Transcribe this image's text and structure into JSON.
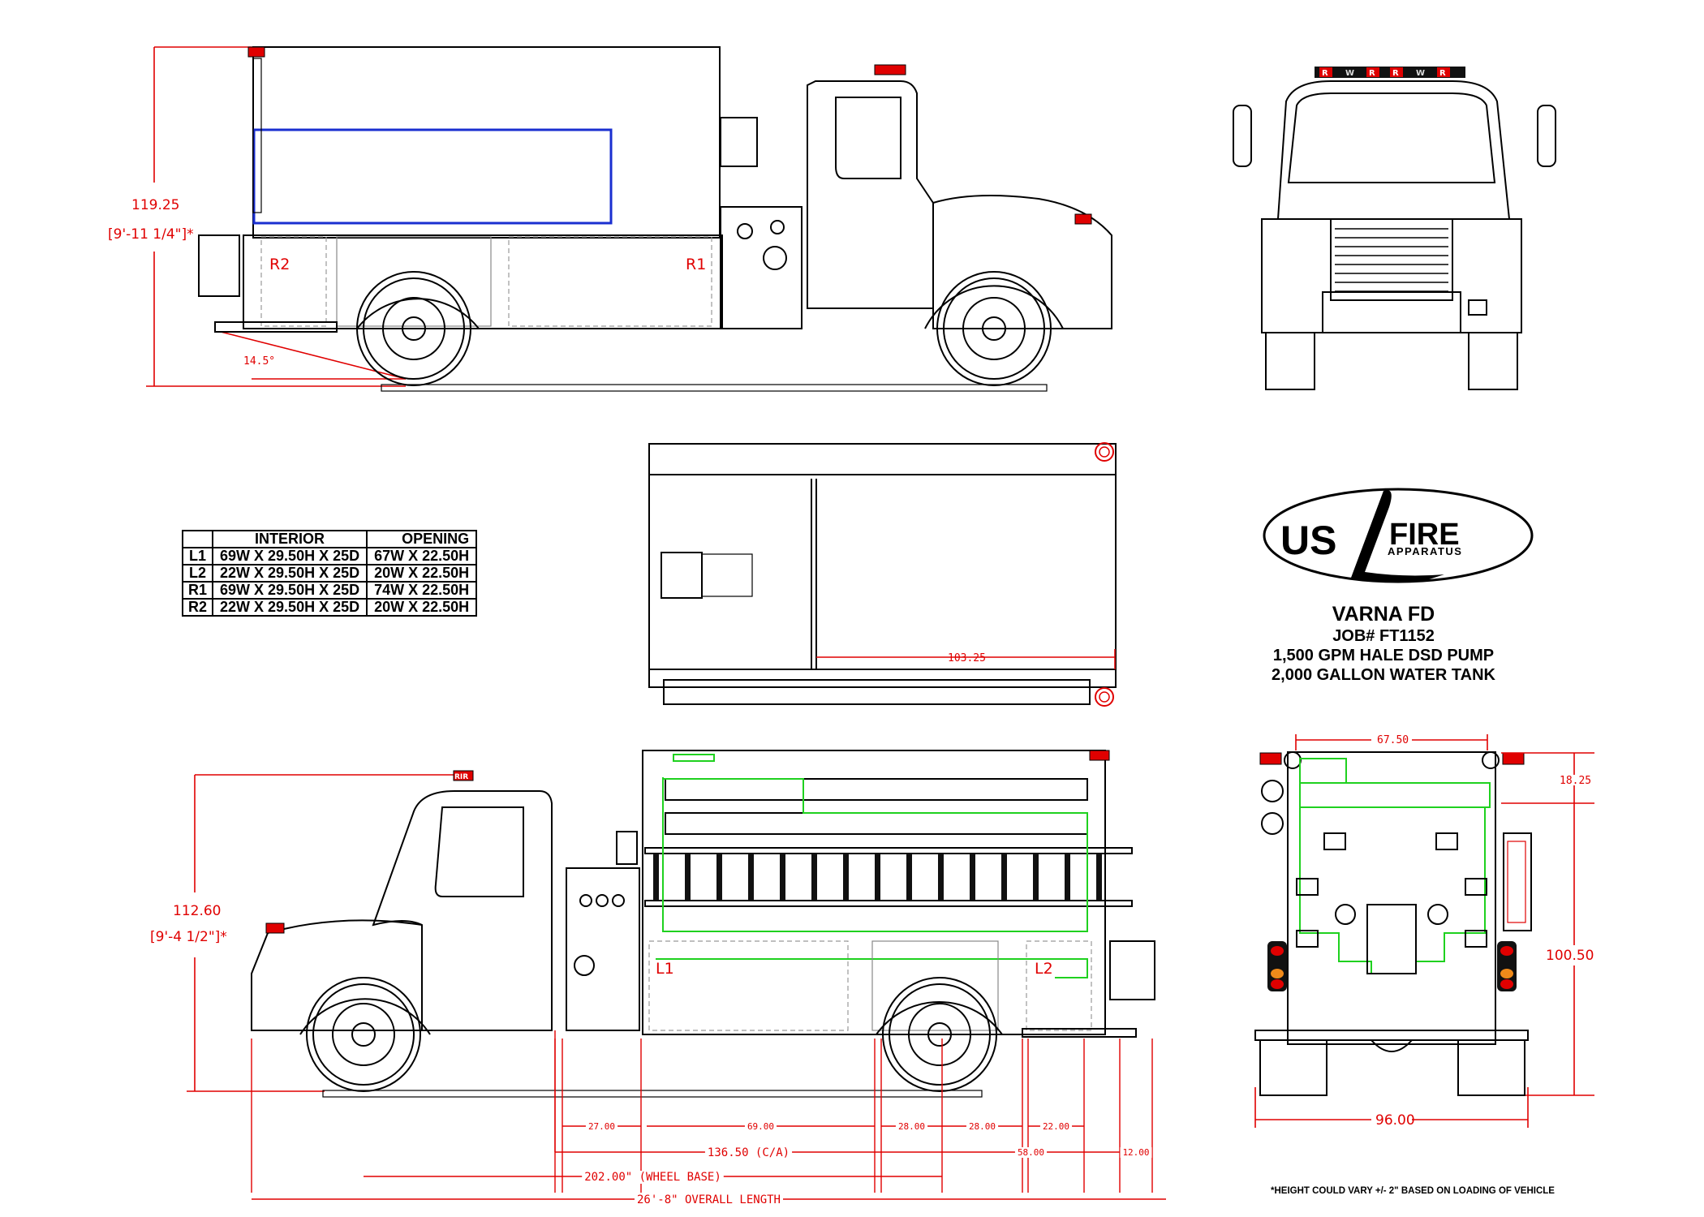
{
  "drawing": {
    "title": "Fire Apparatus Tanker Layout Drawing",
    "brand": {
      "logo_word_1": "US",
      "logo_word_2": "FIRE",
      "logo_subtitle": "APPARATUS"
    },
    "job_info": {
      "customer": "VARNA FD",
      "job_number": "JOB# FT1152",
      "pump": "1,500 GPM HALE DSD PUMP",
      "tank": "2,000 GALLON WATER TANK"
    },
    "footnote": "*HEIGHT COULD VARY +/- 2\" BASED ON LOADING OF VEHICLE",
    "colors": {
      "dimension": "#e00000",
      "compartment_outline": "#1fd11f",
      "tank_outline": "#1a2fd0",
      "linework": "#000000"
    }
  },
  "compartment_table": {
    "headers": [
      "",
      "INTERIOR",
      "OPENING"
    ],
    "rows": [
      {
        "id": "L1",
        "interior": "69W X 29.50H X 25D",
        "opening": "67W X 22.50H"
      },
      {
        "id": "L2",
        "interior": "22W X 29.50H X 25D",
        "opening": "20W X 22.50H"
      },
      {
        "id": "R1",
        "interior": "69W X 29.50H X 25D",
        "opening": "74W X 22.50H"
      },
      {
        "id": "R2",
        "interior": "22W X 29.50H X 25D",
        "opening": "20W X 22.50H"
      }
    ]
  },
  "views": {
    "right_side": {
      "height_dim": "119.25",
      "height_ft": "[9'-11 1/4\"]*",
      "departure_angle": "14.5°",
      "compartments": [
        "R2",
        "R1"
      ]
    },
    "front": {
      "lightbar_labels": [
        "R",
        "W",
        "R",
        "R",
        "W",
        "R"
      ]
    },
    "top": {
      "length_dim": "103.25"
    },
    "left_side": {
      "height_dim": "112.60",
      "height_ft": "[9'-4 1/2\"]*",
      "compartments": [
        "L1",
        "L2"
      ],
      "lightbar_label": "RIR",
      "dims_row1": [
        "27.00",
        "69.00",
        "28.00",
        "28.00",
        "22.00"
      ],
      "cab_to_axle": "136.50 (C/A)",
      "rear_overhang": "58.00",
      "tail": "12.00",
      "wheel_base": "202.00\" (WHEEL BASE)",
      "overall_length": "26'-8\" OVERALL LENGTH"
    },
    "rear": {
      "top_width": "67.50",
      "upper_height": "18.25",
      "body_height": "100.50",
      "overall_width": "96.00"
    }
  }
}
